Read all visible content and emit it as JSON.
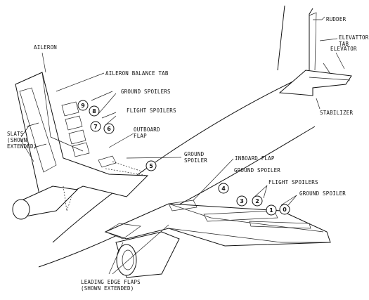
{
  "labels": {
    "rudder": "RUDDER",
    "elevator_tab": [
      "ELEVATTOR",
      "TAB"
    ],
    "elevator": "ELEVATOR",
    "stabilizer": "STABILIZER",
    "aileron": "AILERON",
    "aileron_balance_tab": "AILERON BALANCE TAB",
    "ground_spoilers_left": "GROUND SPOILERS",
    "flight_spoilers_left": "FLIGHT SPOILERS",
    "outboard_flap": [
      "OUTBOARD",
      "FLAP"
    ],
    "slats": [
      "SLATS",
      "(SHOWN",
      "EXTENDED)"
    ],
    "ground_spoiler_mid": [
      "GROUND",
      "SPOILER"
    ],
    "inboard_flap": "INBOARD FLAP",
    "ground_spoiler_right_top": "GROUND SPOILER",
    "flight_spoilers_right": "FLIGHT SPOILERS",
    "ground_spoiler_right": "GROUND SPOILER",
    "leading_edge_flaps": [
      "LEADING EDGE FLAPS",
      "(SHOWN EXTENDED)"
    ]
  },
  "callouts": [
    "9",
    "8",
    "7",
    "6",
    "5",
    "4",
    "3",
    "2",
    "1",
    "0"
  ]
}
